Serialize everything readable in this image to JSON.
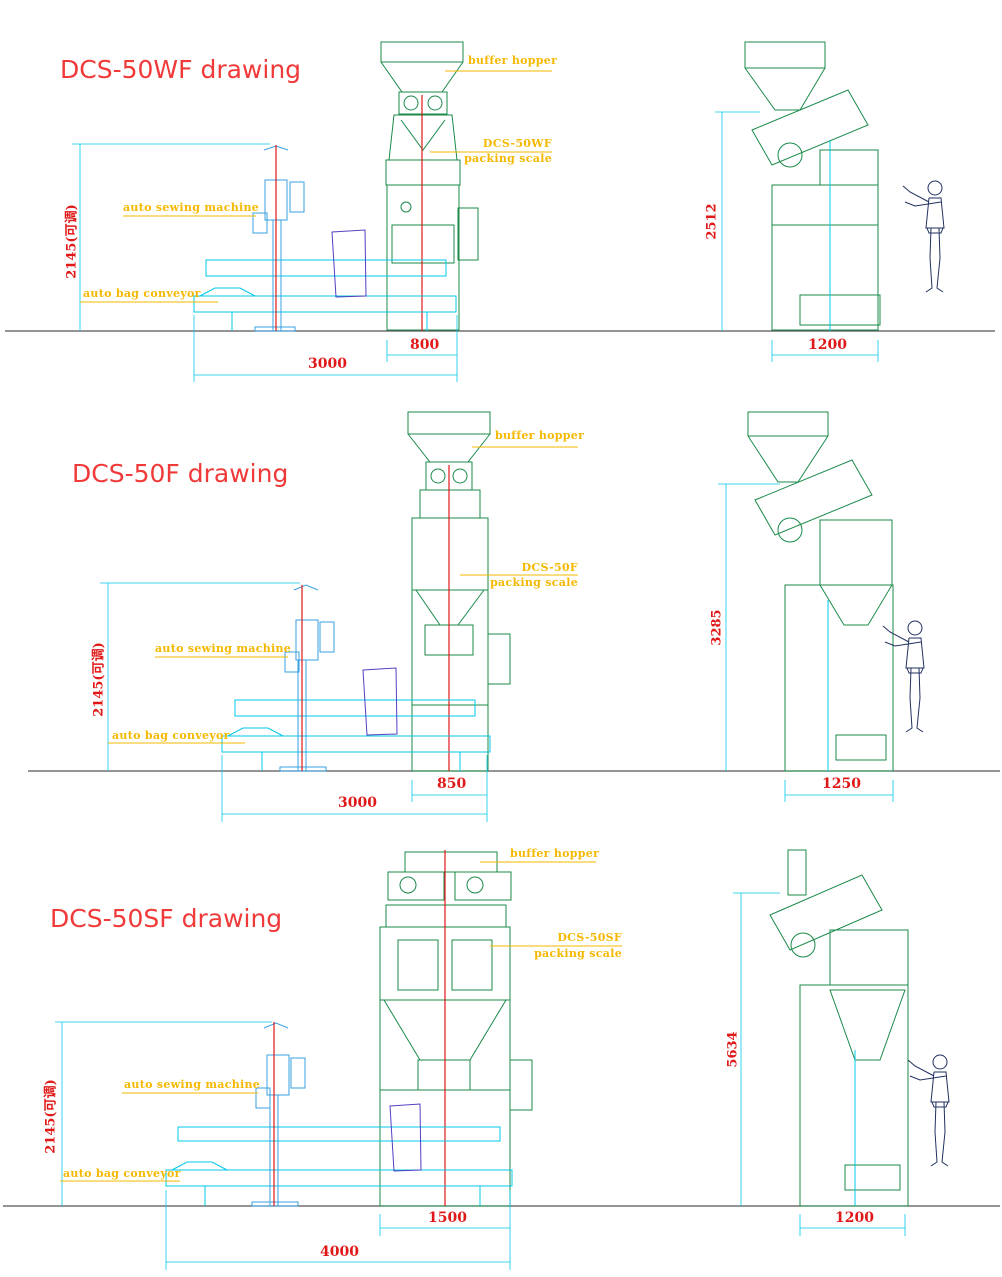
{
  "sections": [
    {
      "title": "DCS-50WF drawing",
      "buffer_hopper": "buffer hopper",
      "model": "DCS-50WF",
      "packing_scale": "packing scale",
      "sewing_machine": "auto sewing machine",
      "bag_conveyor": "auto bag conveyor",
      "height_dim": "2145(可调)",
      "total_length": "3000",
      "scale_width": "800",
      "side_height": "2512",
      "side_width": "1200"
    },
    {
      "title": "DCS-50F drawing",
      "buffer_hopper": "buffer hopper",
      "model": "DCS-50F",
      "packing_scale": "packing scale",
      "sewing_machine": "auto sewing machine",
      "bag_conveyor": "auto bag conveyor",
      "height_dim": "2145(可调)",
      "total_length": "3000",
      "scale_width": "850",
      "side_height": "3285",
      "side_width": "1250"
    },
    {
      "title": "DCS-50SF drawing",
      "buffer_hopper": "buffer hopper",
      "model": "DCS-50SF",
      "packing_scale": "packing scale",
      "sewing_machine": "auto sewing machine",
      "bag_conveyor": "auto bag conveyor",
      "height_dim": "2145(可调)",
      "total_length": "4000",
      "scale_width": "1500",
      "side_height": "5634",
      "side_width": "1200"
    }
  ],
  "colors": {
    "title": "#f03a3a",
    "label": "#f5b800",
    "machine": "#1a8a4a",
    "conveyor": "#00c8e8",
    "dimension": "#e01818",
    "bag": "#5040c0",
    "person": "#203060"
  }
}
